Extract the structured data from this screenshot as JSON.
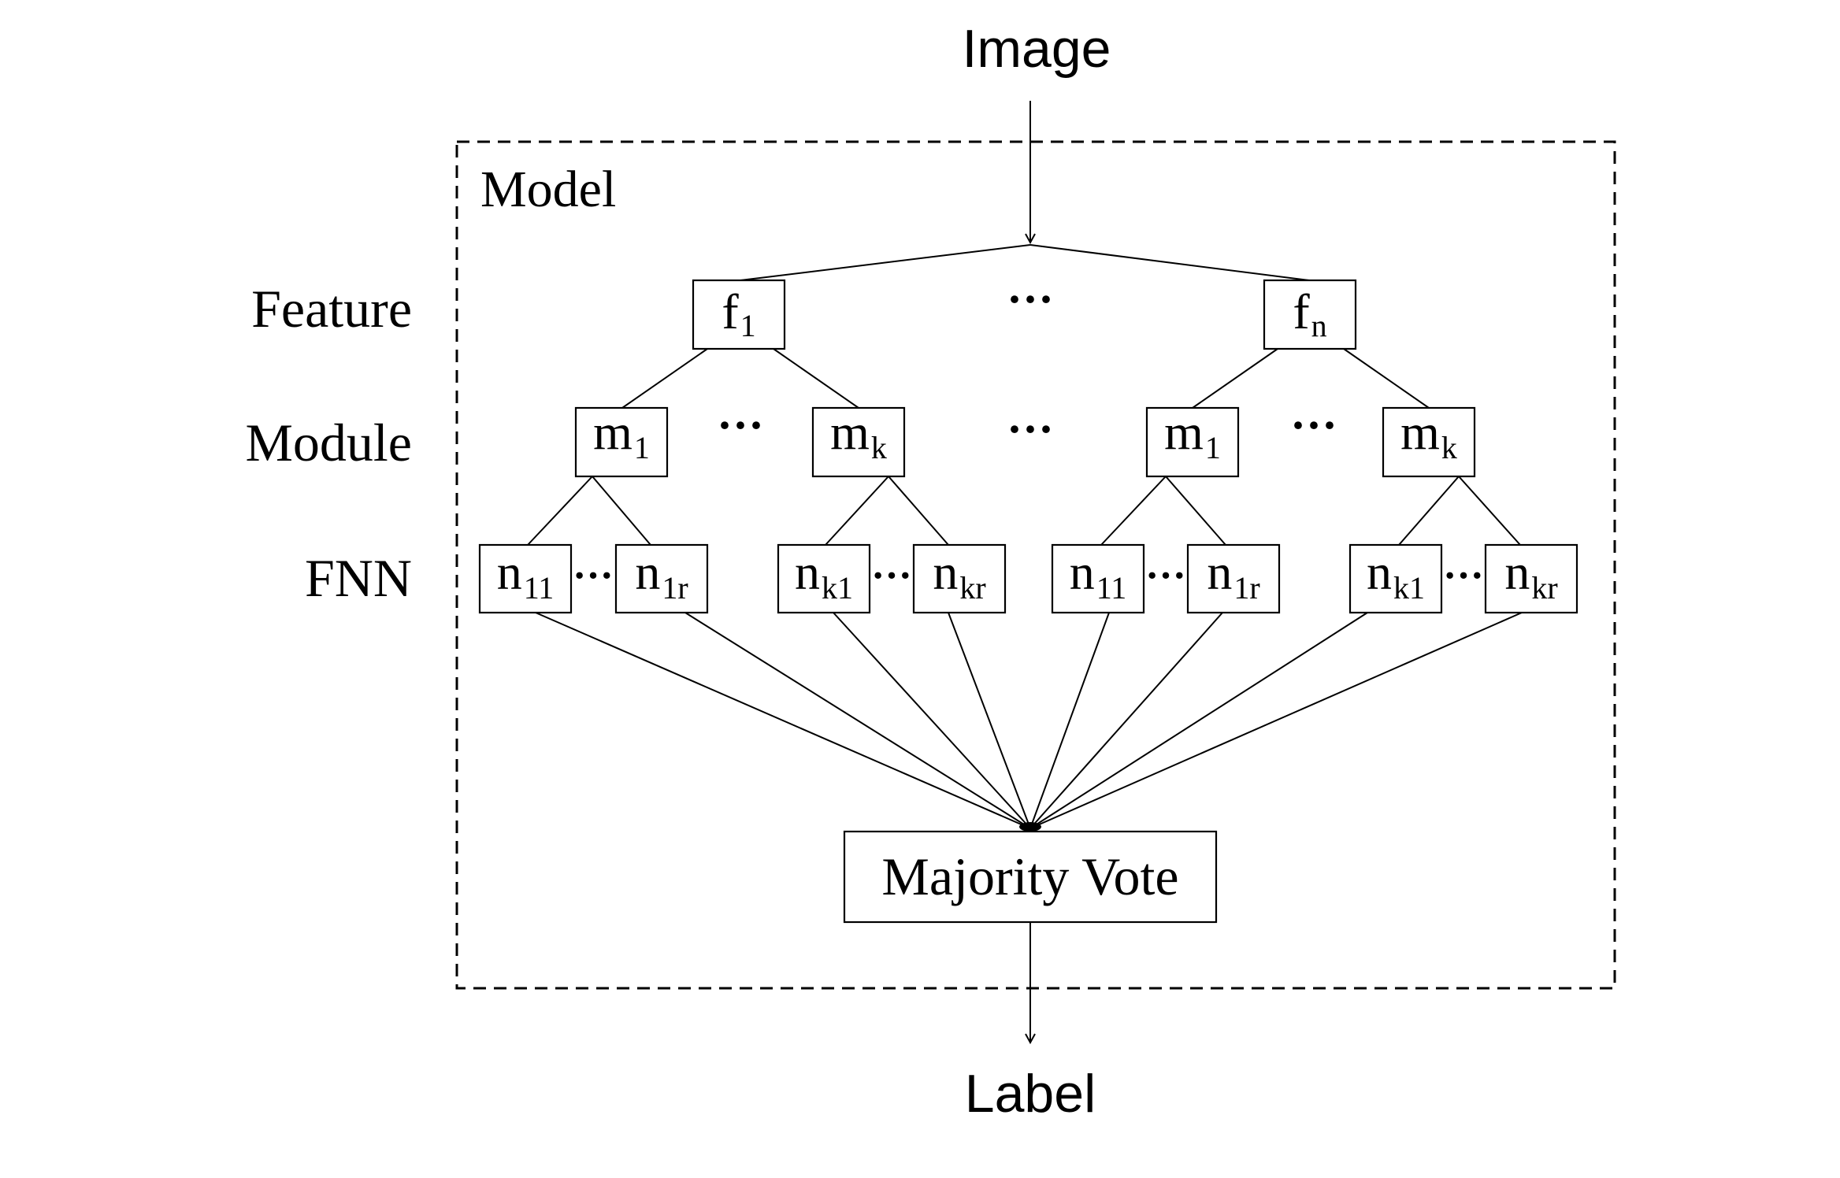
{
  "input_label": "Image",
  "output_label": "Label",
  "model_label": "Model",
  "row_labels": {
    "feature": "Feature",
    "module": "Module",
    "fnn": "FNN"
  },
  "features": [
    {
      "base": "f",
      "sub": "1"
    },
    {
      "base": "f",
      "sub": "n"
    }
  ],
  "modules": [
    {
      "base": "m",
      "sub": "1"
    },
    {
      "base": "m",
      "sub": "k"
    },
    {
      "base": "m",
      "sub": "1"
    },
    {
      "base": "m",
      "sub": "k"
    }
  ],
  "fnns": [
    {
      "base": "n",
      "sub": "11"
    },
    {
      "base": "n",
      "sub": "1r"
    },
    {
      "base": "n",
      "sub": "k1"
    },
    {
      "base": "n",
      "sub": "kr"
    },
    {
      "base": "n",
      "sub": "11"
    },
    {
      "base": "n",
      "sub": "1r"
    },
    {
      "base": "n",
      "sub": "k1"
    },
    {
      "base": "n",
      "sub": "kr"
    }
  ],
  "ellipsis": "···",
  "vote_label": "Majority Vote"
}
